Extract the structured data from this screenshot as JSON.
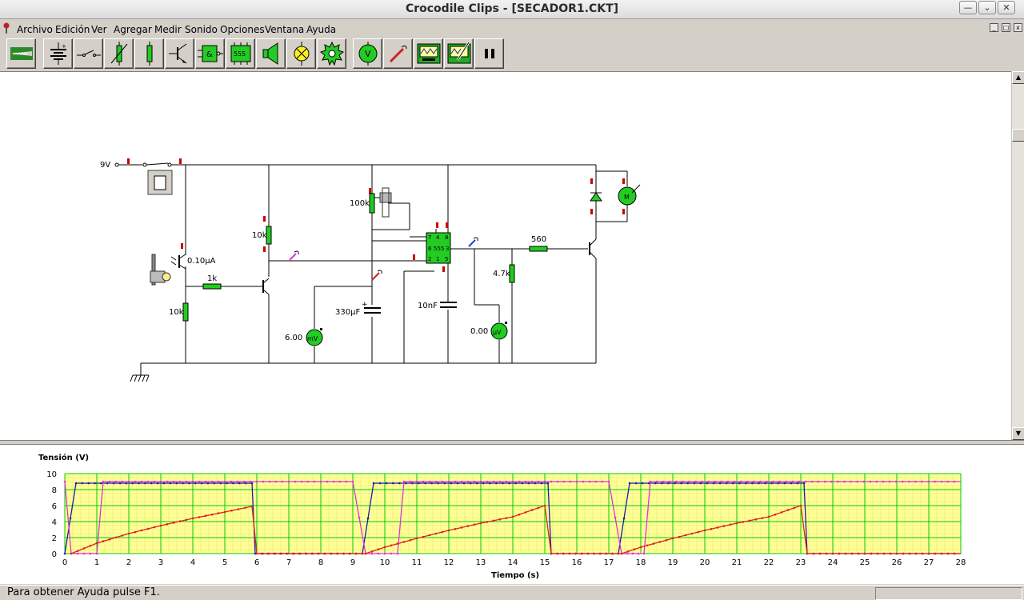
{
  "window": {
    "title": "Crocodile Clips - [SECADOR1.CKT]",
    "controls": [
      "minimize",
      "maximize",
      "close"
    ]
  },
  "menu": {
    "items": [
      "Archivo",
      "Edición",
      "Ver",
      "Agregar",
      "Medir",
      "Sonido",
      "Opciones",
      "Ventana",
      "Ayuda"
    ]
  },
  "toolbar": {
    "buttons": [
      {
        "icon": "crocodile-icon",
        "tooltip": ""
      },
      {
        "icon": "battery-icon"
      },
      {
        "icon": "switch-icon"
      },
      {
        "icon": "variable-resistor-icon"
      },
      {
        "icon": "resistor-icon"
      },
      {
        "icon": "transistor-icon"
      },
      {
        "icon": "logic-gate-icon"
      },
      {
        "icon": "chip-555-icon",
        "label": "555"
      },
      {
        "icon": "speaker-icon"
      },
      {
        "icon": "lamp-icon"
      },
      {
        "icon": "gear-motor-icon"
      },
      {
        "icon": "voltmeter-icon",
        "label": "V"
      },
      {
        "icon": "probe-icon"
      },
      {
        "icon": "oscilloscope-icon"
      },
      {
        "icon": "graph-edit-icon"
      },
      {
        "icon": "pause-icon"
      }
    ]
  },
  "circuit": {
    "supply_label": "9V",
    "components": {
      "photo_current": "0.10μA",
      "r_top_left": "10k",
      "r_base": "1k",
      "r_bottom_left": "10k",
      "pot": "100k",
      "cap_timing": "330μF",
      "cap_control": "10nF",
      "r_out": "560",
      "r_divider": "4.7k",
      "chip": "555",
      "chip_pins": [
        "7",
        "4",
        "8",
        "6",
        "3",
        "2",
        "1",
        "5"
      ]
    },
    "meters": {
      "mv_reading": "6.00",
      "mv_unit": "mV",
      "uv_reading": "0.00",
      "uv_unit": "μV"
    }
  },
  "chart_data": {
    "type": "line",
    "xlabel": "Tiempo (s)",
    "ylabel": "Tensión (V)",
    "xlim": [
      0,
      28
    ],
    "ylim": [
      0,
      10
    ],
    "xticks": [
      0,
      1,
      2,
      3,
      4,
      5,
      6,
      7,
      8,
      9,
      10,
      11,
      12,
      13,
      14,
      15,
      16,
      17,
      18,
      19,
      20,
      21,
      22,
      23,
      24,
      25,
      26,
      27,
      28
    ],
    "yticks": [
      0,
      2,
      4,
      6,
      8,
      10
    ],
    "grid": true,
    "colors": {
      "background": "#ffff99",
      "grid": "#00cc00",
      "blue": "#1b1bb0",
      "magenta": "#dd33dd",
      "red": "#dd2222"
    },
    "series": [
      {
        "color": "#1b1bb0",
        "x": [
          0,
          0.35,
          5.85,
          5.95,
          9.3,
          9.65,
          15.1,
          15.2,
          17.3,
          17.65,
          23.1,
          23.2,
          28
        ],
        "y": [
          0,
          8.8,
          8.8,
          0,
          0,
          8.8,
          8.8,
          0,
          0,
          8.8,
          8.8,
          0,
          0
        ]
      },
      {
        "color": "#dd33dd",
        "x": [
          0,
          0.2,
          1.0,
          1.2,
          9.0,
          9.4,
          10.4,
          10.6,
          17.0,
          17.4,
          18.1,
          18.3,
          28
        ],
        "y": [
          9,
          0,
          0,
          9,
          9,
          0,
          0,
          9,
          9,
          0,
          0,
          9,
          9
        ]
      },
      {
        "color": "#dd2222",
        "x": [
          0.2,
          1,
          2,
          3,
          4,
          5,
          5.85,
          6.0,
          9.3,
          9.4,
          10,
          11,
          12,
          13,
          14,
          15.0,
          15.2,
          17.3,
          17.4,
          18,
          19,
          20,
          21,
          22,
          23.0,
          23.2,
          28
        ],
        "y": [
          0,
          1.3,
          2.5,
          3.5,
          4.4,
          5.2,
          5.9,
          0,
          0,
          0,
          0.8,
          1.9,
          2.9,
          3.8,
          4.6,
          6.0,
          0,
          0,
          0,
          0.8,
          1.9,
          2.9,
          3.8,
          4.6,
          6.0,
          0,
          0
        ]
      }
    ]
  },
  "status": {
    "text": "Para obtener Ayuda pulse F1."
  }
}
